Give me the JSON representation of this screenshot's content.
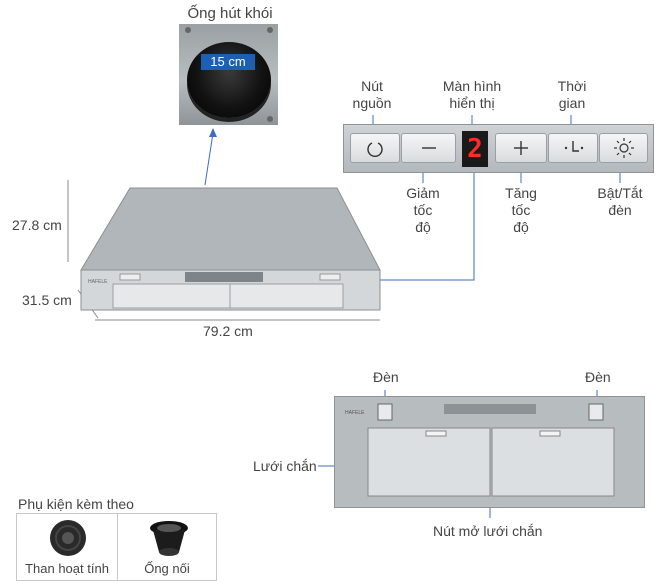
{
  "duct": {
    "label": "Ống hút khói",
    "diameter": "15 cm"
  },
  "dimensions": {
    "height": "27.8 cm",
    "depth": "31.5 cm",
    "width": "79.2 cm"
  },
  "brand_mark": "HAFELE",
  "controls": {
    "power": [
      "Nút",
      "nguồn"
    ],
    "display": [
      "Màn hình",
      "hiển thị"
    ],
    "display_value": "2",
    "timer": [
      "Thời",
      "gian"
    ],
    "decrease": [
      "Giảm",
      "tốc",
      "độ"
    ],
    "increase": [
      "Tăng",
      "tốc",
      "độ"
    ],
    "light_toggle": [
      "Bật/Tắt",
      "đèn"
    ]
  },
  "front_view": {
    "light_left": "Đèn",
    "light_right": "Đèn",
    "filter": "Lưới chắn",
    "filter_release": "Nút mở lưới chắn"
  },
  "accessories": {
    "title": "Phụ kiện kèm theo",
    "items": [
      "Than hoạt tính",
      "Ống nối"
    ]
  }
}
